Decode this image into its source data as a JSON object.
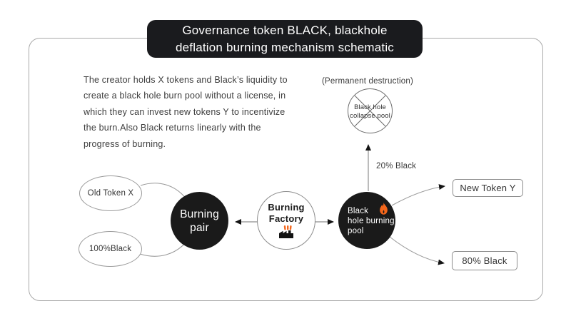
{
  "title": {
    "text": "Governance token BLACK, blackhole\ndeflation burning mechanism schematic"
  },
  "intro": {
    "text": "The creator holds X tokens and Black’s liquidity to\ncreate a black hole burn pool without a license, in\nwhich they can invest new tokens Y to incentivize\nthe burn.Also Black returns linearly with the\nprogress of burning."
  },
  "destruction": {
    "caption": "(Permanent destruction)",
    "node_label": "Black hole\ncollapse pool",
    "flow_label": "20% Black"
  },
  "nodes": {
    "old_token": {
      "label": "Old Token X"
    },
    "black_100": {
      "label": "100%Black"
    },
    "burning_pair": {
      "label": "Burning\npair"
    },
    "burning_factory": {
      "label": "Burning\nFactory"
    },
    "burn_pool": {
      "label": "Black\nhole burning\npool"
    },
    "new_token": {
      "label": "New Token Y"
    },
    "black_80": {
      "label": "80% Black"
    }
  },
  "icons": {
    "flame": "flame-icon",
    "factory": "factory-icon",
    "collapse_cross": "cross-out-icon"
  },
  "colors": {
    "node_black": "#1a1a1a",
    "accent_flame": "#f4661b",
    "frame_gray": "#a9a9a9"
  }
}
